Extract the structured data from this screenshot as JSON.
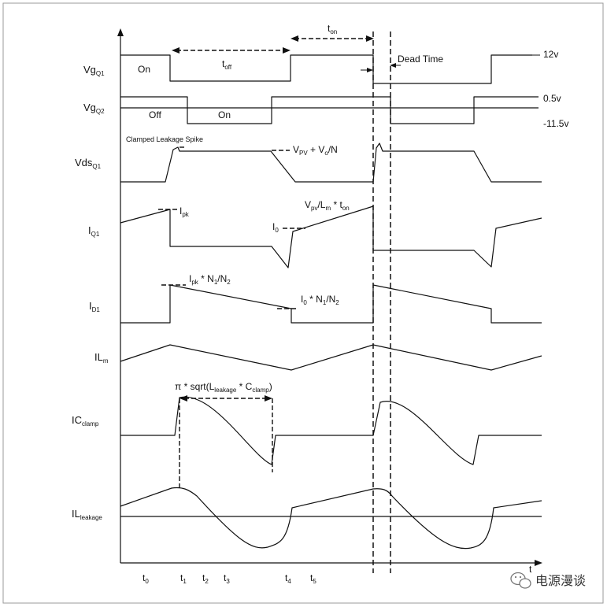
{
  "signals": {
    "vgq1": {
      "main": "Vg",
      "sub": "Q1"
    },
    "vgq2": {
      "main": "Vg",
      "sub": "Q2"
    },
    "vdsq1": {
      "main": "Vds",
      "sub": "Q1"
    },
    "iq1": {
      "main": "I",
      "sub": "Q1"
    },
    "id1": {
      "main": "I",
      "sub": "D1"
    },
    "ilm": {
      "main": "IL",
      "sub": "m"
    },
    "iclamp": {
      "main": "IC",
      "sub": "clamp"
    },
    "ileak": {
      "main": "IL",
      "sub": "leakage"
    }
  },
  "annotations": {
    "on_q1": "On",
    "off_q2": "Off",
    "on_q2": "On",
    "toff": {
      "main": "t",
      "sub": "off"
    },
    "ton": {
      "main": "t",
      "sub": "on"
    },
    "dead_time": "Dead Time",
    "v12": "12v",
    "v05": "0.5v",
    "vneg": "-11.5v",
    "clamped_spike": "Clamped Leakage Spike",
    "vpv_eq": {
      "a": "V",
      "a_sub": "PV",
      "b": " + V",
      "b_sub": "o",
      "c": "/N"
    },
    "ipk": {
      "main": "I",
      "sub": "pk"
    },
    "i0": {
      "main": "I",
      "sub": "0"
    },
    "slope": {
      "a": "V",
      "a_sub": "pv",
      "b": "/L",
      "b_sub": "m",
      "c": " * t",
      "c_sub": "on"
    },
    "ipk_n": {
      "a": "I",
      "a_sub": "pk",
      "b": " * N",
      "b_sub": "1",
      "c": "/N",
      "c_sub": "2"
    },
    "i0_n": {
      "a": "I",
      "a_sub": "0",
      "b": " * N",
      "b_sub": "1",
      "c": "/N",
      "c_sub": "2"
    },
    "resonance": {
      "a": "π * sqrt(L",
      "a_sub": "leakage",
      "b": " * C",
      "b_sub": "clamp",
      "c": ")"
    }
  },
  "time_axis": {
    "arrow_label": "t",
    "ticks": [
      {
        "main": "t",
        "sub": "0"
      },
      {
        "main": "t",
        "sub": "1"
      },
      {
        "main": "t",
        "sub": "2"
      },
      {
        "main": "t",
        "sub": "3"
      },
      {
        "main": "t",
        "sub": "4"
      },
      {
        "main": "t",
        "sub": "5"
      }
    ]
  },
  "watermark": {
    "icon": "wechat-icon",
    "text": "电源漫谈"
  }
}
